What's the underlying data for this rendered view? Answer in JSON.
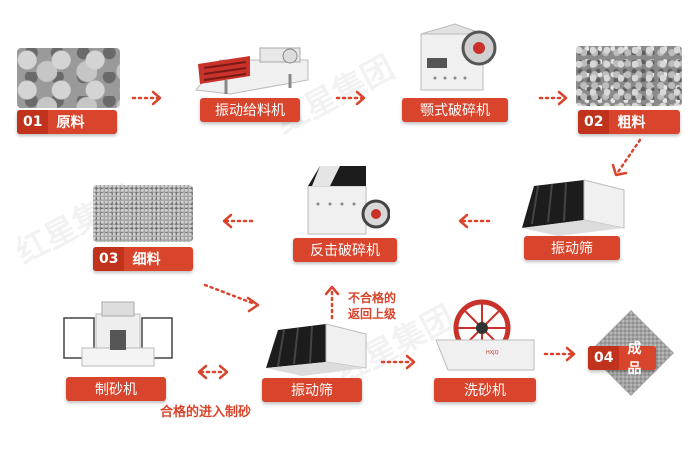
{
  "watermark": "红星集团",
  "nodes": {
    "raw_material": {
      "num": "01",
      "label": "原料"
    },
    "vibrating_feeder": {
      "label": "振动给料机"
    },
    "jaw_crusher": {
      "label": "颚式破碎机"
    },
    "coarse_material": {
      "num": "02",
      "label": "粗料"
    },
    "vibrating_screen_1": {
      "label": "振动筛"
    },
    "impact_crusher": {
      "label": "反击破碎机"
    },
    "fine_material": {
      "num": "03",
      "label": "细料"
    },
    "sand_maker": {
      "label": "制砂机"
    },
    "vibrating_screen_2": {
      "label": "振动筛"
    },
    "sand_washer": {
      "label": "洗砂机"
    },
    "finished_product": {
      "num": "04",
      "label": "成品"
    }
  },
  "notes": {
    "unqualified_return": [
      "不合格的",
      "返回上级"
    ],
    "qualified_to_sand_making": "合格的进入制砂"
  },
  "colors": {
    "accent": "#d9452c",
    "accent_dark": "#c0321c",
    "machine_black": "#1c1c1c",
    "machine_white": "#f2f2f2",
    "machine_red": "#c8322b"
  }
}
